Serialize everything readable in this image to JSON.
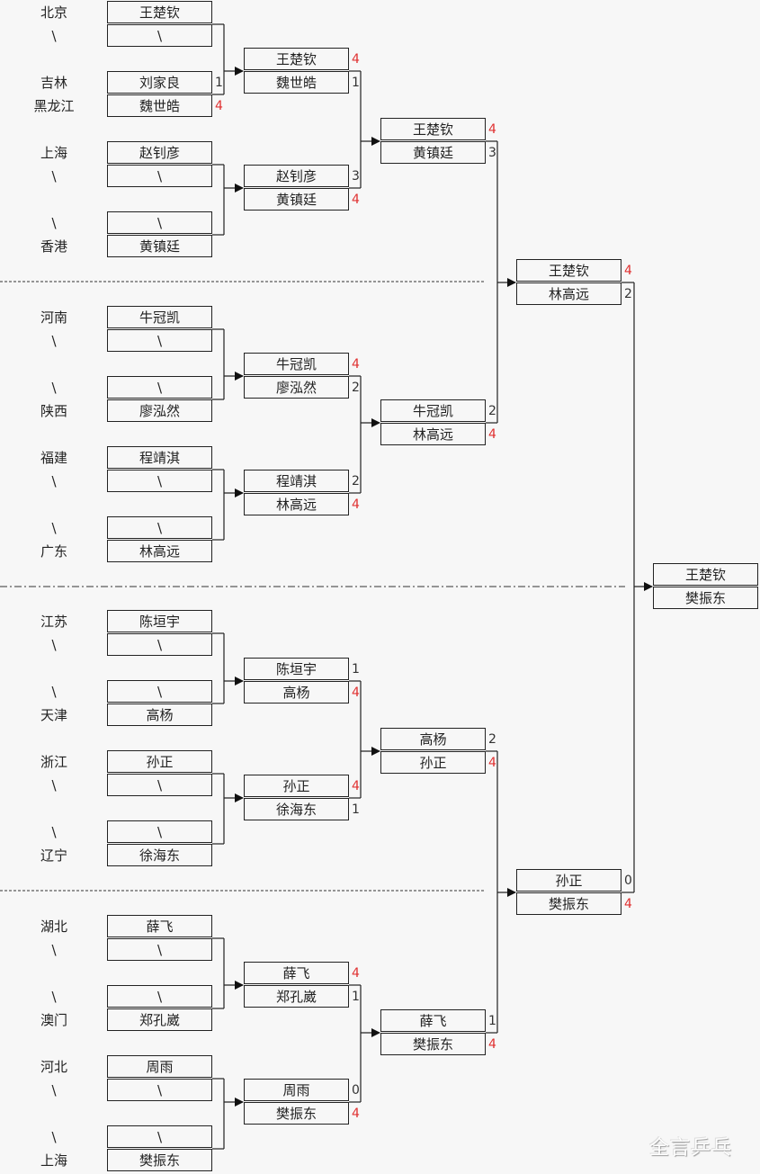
{
  "rounds": {
    "r1": [
      {
        "entries": [
          {
            "region": "北京",
            "player": "王楚钦"
          },
          {
            "region": "\\",
            "player": "\\"
          }
        ]
      },
      {
        "entries": [
          {
            "region": "吉林",
            "player": "刘家良",
            "score": "1",
            "win": false
          },
          {
            "region": "黑龙江",
            "player": "魏世皓",
            "score": "4",
            "win": true
          }
        ]
      },
      {
        "entries": [
          {
            "region": "上海",
            "player": "赵钊彦"
          },
          {
            "region": "\\",
            "player": "\\"
          }
        ]
      },
      {
        "entries": [
          {
            "region": "\\",
            "player": "\\"
          },
          {
            "region": "香港",
            "player": "黄镇廷"
          }
        ]
      },
      {
        "entries": [
          {
            "region": "河南",
            "player": "牛冠凯"
          },
          {
            "region": "\\",
            "player": "\\"
          }
        ]
      },
      {
        "entries": [
          {
            "region": "\\",
            "player": "\\"
          },
          {
            "region": "陕西",
            "player": "廖泓然"
          }
        ]
      },
      {
        "entries": [
          {
            "region": "福建",
            "player": "程靖淇"
          },
          {
            "region": "\\",
            "player": "\\"
          }
        ]
      },
      {
        "entries": [
          {
            "region": "\\",
            "player": "\\"
          },
          {
            "region": "广东",
            "player": "林高远"
          }
        ]
      },
      {
        "entries": [
          {
            "region": "江苏",
            "player": "陈垣宇"
          },
          {
            "region": "\\",
            "player": "\\"
          }
        ]
      },
      {
        "entries": [
          {
            "region": "\\",
            "player": "\\"
          },
          {
            "region": "天津",
            "player": "高杨"
          }
        ]
      },
      {
        "entries": [
          {
            "region": "浙江",
            "player": "孙正"
          },
          {
            "region": "\\",
            "player": "\\"
          }
        ]
      },
      {
        "entries": [
          {
            "region": "\\",
            "player": "\\"
          },
          {
            "region": "辽宁",
            "player": "徐海东"
          }
        ]
      },
      {
        "entries": [
          {
            "region": "湖北",
            "player": "薛飞"
          },
          {
            "region": "\\",
            "player": "\\"
          }
        ]
      },
      {
        "entries": [
          {
            "region": "\\",
            "player": "\\"
          },
          {
            "region": "澳门",
            "player": "郑孔崴"
          }
        ]
      },
      {
        "entries": [
          {
            "region": "河北",
            "player": "周雨"
          },
          {
            "region": "\\",
            "player": "\\"
          }
        ]
      },
      {
        "entries": [
          {
            "region": "\\",
            "player": "\\"
          },
          {
            "region": "上海",
            "player": "樊振东"
          }
        ]
      }
    ],
    "r2": [
      {
        "entries": [
          {
            "player": "王楚钦",
            "score": "4",
            "win": true
          },
          {
            "player": "魏世皓",
            "score": "1",
            "win": false
          }
        ]
      },
      {
        "entries": [
          {
            "player": "赵钊彦",
            "score": "3",
            "win": false
          },
          {
            "player": "黄镇廷",
            "score": "4",
            "win": true
          }
        ]
      },
      {
        "entries": [
          {
            "player": "牛冠凯",
            "score": "4",
            "win": true
          },
          {
            "player": "廖泓然",
            "score": "2",
            "win": false
          }
        ]
      },
      {
        "entries": [
          {
            "player": "程靖淇",
            "score": "2",
            "win": false
          },
          {
            "player": "林高远",
            "score": "4",
            "win": true
          }
        ]
      },
      {
        "entries": [
          {
            "player": "陈垣宇",
            "score": "1",
            "win": false
          },
          {
            "player": "高杨",
            "score": "4",
            "win": true
          }
        ]
      },
      {
        "entries": [
          {
            "player": "孙正",
            "score": "4",
            "win": true
          },
          {
            "player": "徐海东",
            "score": "1",
            "win": false
          }
        ]
      },
      {
        "entries": [
          {
            "player": "薛飞",
            "score": "4",
            "win": true
          },
          {
            "player": "郑孔崴",
            "score": "1",
            "win": false
          }
        ]
      },
      {
        "entries": [
          {
            "player": "周雨",
            "score": "0",
            "win": false
          },
          {
            "player": "樊振东",
            "score": "4",
            "win": true
          }
        ]
      }
    ],
    "r3": [
      {
        "entries": [
          {
            "player": "王楚钦",
            "score": "4",
            "win": true
          },
          {
            "player": "黄镇廷",
            "score": "3",
            "win": false
          }
        ]
      },
      {
        "entries": [
          {
            "player": "牛冠凯",
            "score": "2",
            "win": false
          },
          {
            "player": "林高远",
            "score": "4",
            "win": true
          }
        ]
      },
      {
        "entries": [
          {
            "player": "高杨",
            "score": "2",
            "win": false
          },
          {
            "player": "孙正",
            "score": "4",
            "win": true
          }
        ]
      },
      {
        "entries": [
          {
            "player": "薛飞",
            "score": "1",
            "win": false
          },
          {
            "player": "樊振东",
            "score": "4",
            "win": true
          }
        ]
      }
    ],
    "r4": [
      {
        "entries": [
          {
            "player": "王楚钦",
            "score": "4",
            "win": true
          },
          {
            "player": "林高远",
            "score": "2",
            "win": false
          }
        ]
      },
      {
        "entries": [
          {
            "player": "孙正",
            "score": "0",
            "win": false
          },
          {
            "player": "樊振东",
            "score": "4",
            "win": true
          }
        ]
      }
    ],
    "final": [
      {
        "entries": [
          {
            "player": "王楚钦"
          },
          {
            "player": "樊振东"
          }
        ]
      }
    ]
  },
  "colors": {
    "win_score": "#e03030",
    "lose_score": "#333333",
    "line": "#222222"
  },
  "watermark": "全言乒乓"
}
